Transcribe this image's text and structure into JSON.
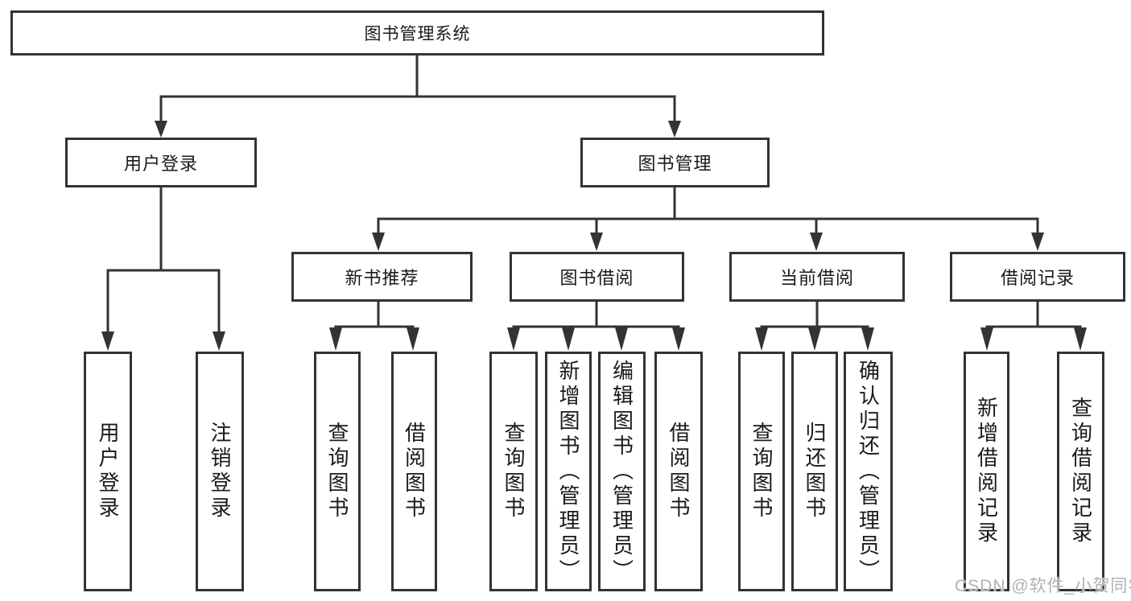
{
  "diagram": {
    "title": "图书管理系统",
    "branches": [
      {
        "label": "用户登录",
        "children": [
          {
            "label": "用户登录"
          },
          {
            "label": "注销登录"
          }
        ]
      },
      {
        "label": "图书管理",
        "children": [
          {
            "label": "新书推荐",
            "children": [
              {
                "label": "查询图书"
              },
              {
                "label": "借阅图书"
              }
            ]
          },
          {
            "label": "图书借阅",
            "children": [
              {
                "label": "查询图书"
              },
              {
                "label": "新增图书（管理员）"
              },
              {
                "label": "编辑图书（管理员）"
              },
              {
                "label": "借阅图书"
              }
            ]
          },
          {
            "label": "当前借阅",
            "children": [
              {
                "label": "查询图书"
              },
              {
                "label": "归还图书"
              },
              {
                "label": "确认归还（管理员）"
              }
            ]
          },
          {
            "label": "借阅记录",
            "children": [
              {
                "label": "新增借阅记录"
              },
              {
                "label": "查询借阅记录"
              }
            ]
          }
        ]
      }
    ]
  },
  "watermark": {
    "text": "CSDN @软件_小贺同学"
  },
  "colors": {
    "line": "#333333",
    "border": "#333333",
    "text": "#1a1a1a",
    "watermark": "#b2b2b2",
    "bg": "#ffffff"
  }
}
